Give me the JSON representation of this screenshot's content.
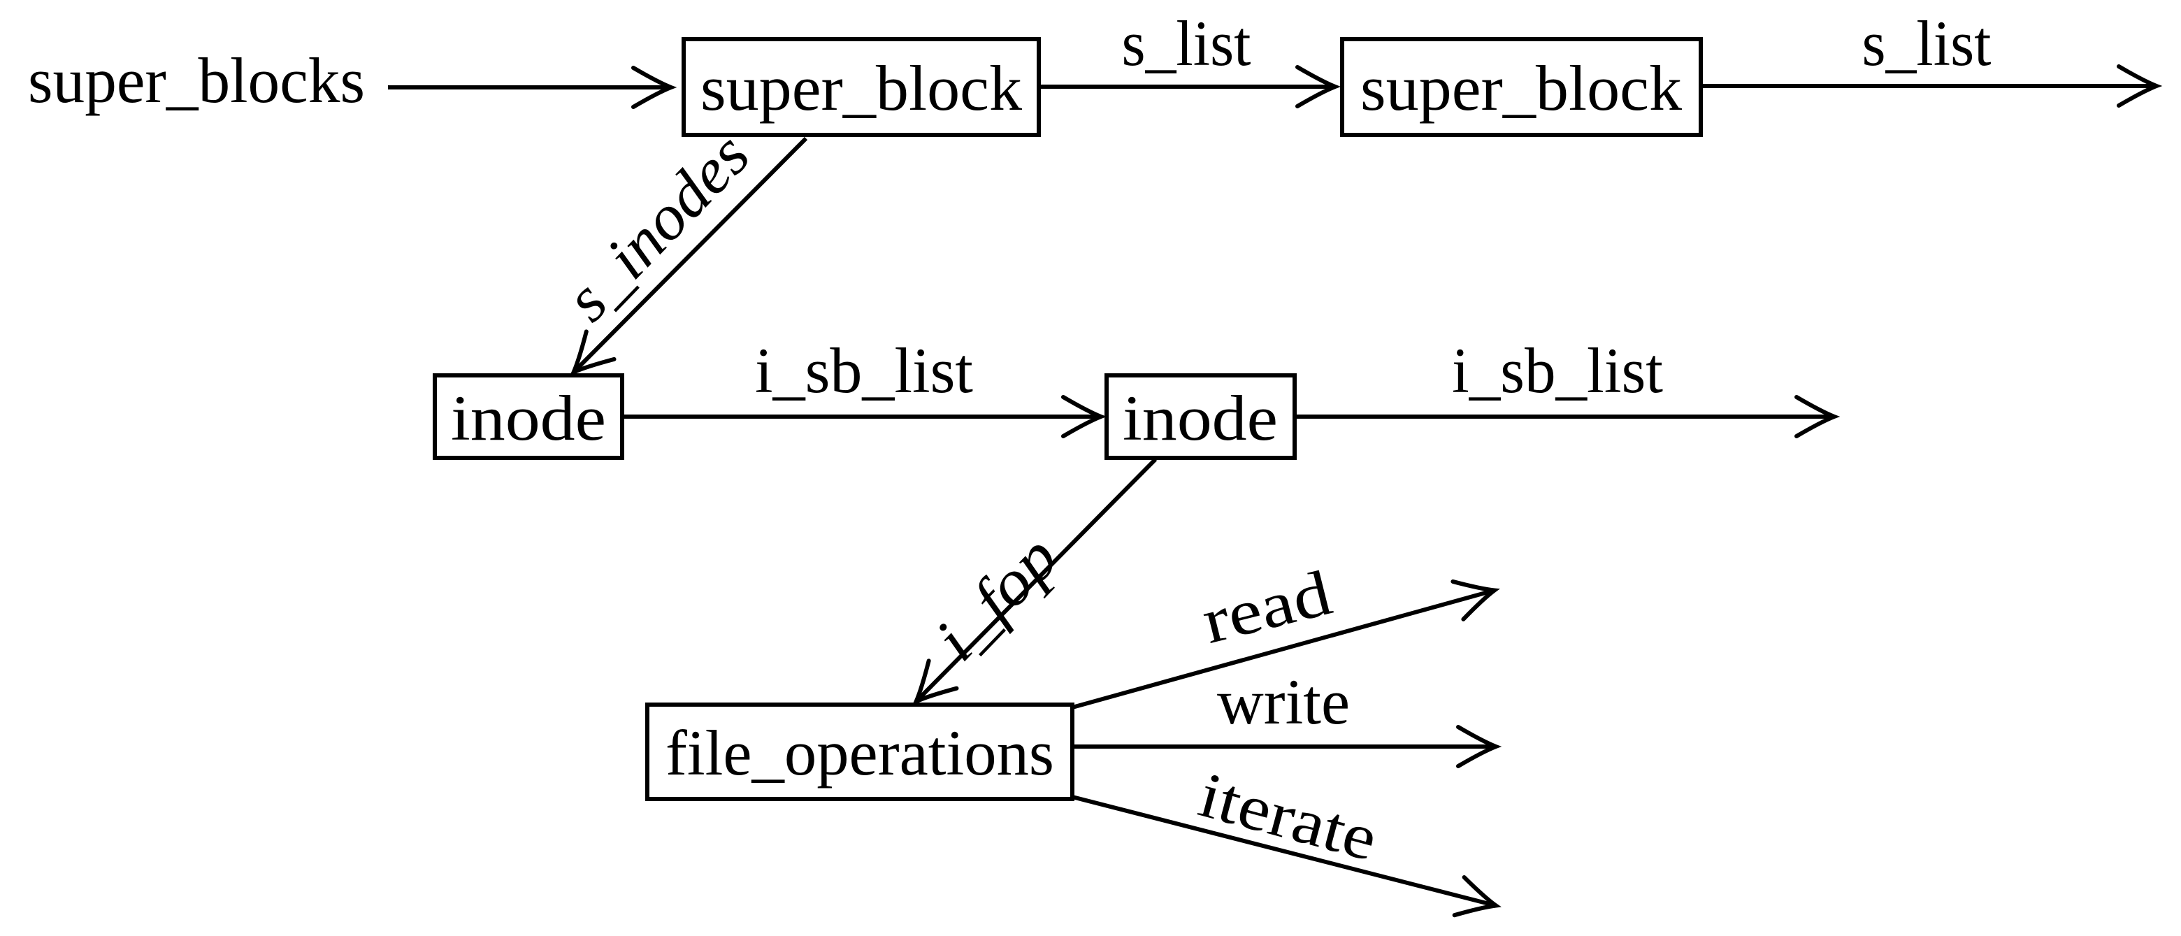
{
  "diagram": {
    "nodes": {
      "super_blocks": "super_blocks",
      "super_block_1": "super_block",
      "super_block_2": "super_block",
      "inode_1": "inode",
      "inode_2": "inode",
      "file_operations": "file_operations"
    },
    "edges": {
      "s_list_1": "s_list",
      "s_list_2": "s_list",
      "s_inodes": "s_inodes",
      "i_sb_list_1": "i_sb_list",
      "i_sb_list_2": "i_sb_list",
      "i_fop": "i_fop",
      "read": "read",
      "write": "write",
      "iterate": "iterate"
    },
    "colors": {
      "ink": "#000000",
      "background": "#ffffff"
    }
  }
}
